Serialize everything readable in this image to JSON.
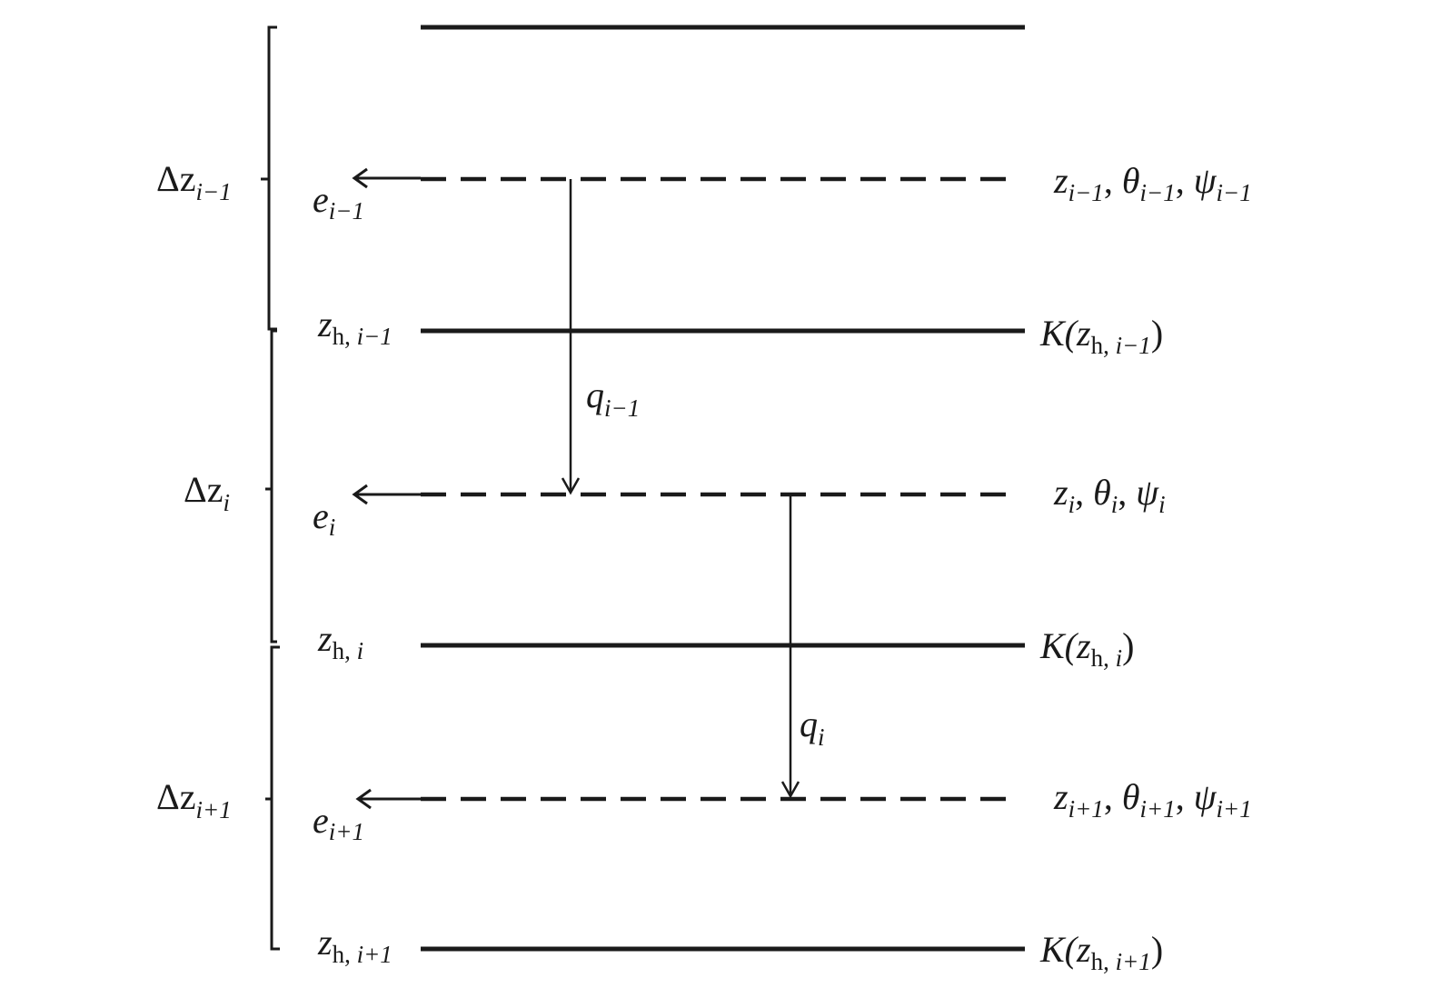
{
  "layers": [
    {
      "delta": {
        "main": "Δz",
        "sub": "i−1"
      },
      "e": {
        "main": "e",
        "sub": "i−1"
      },
      "state": [
        {
          "main": "z",
          "sub": "i−1",
          "sep": ", "
        },
        {
          "main": "θ",
          "sub": "i−1",
          "sep": ", "
        },
        {
          "main": "ψ",
          "sub": "i−1",
          "sep": ""
        }
      ]
    },
    {
      "delta": {
        "main": "Δz",
        "sub": "i"
      },
      "e": {
        "main": "e",
        "sub": "i"
      },
      "state": [
        {
          "main": "z",
          "sub": "i",
          "sep": ", "
        },
        {
          "main": "θ",
          "sub": "i",
          "sep": ", "
        },
        {
          "main": "ψ",
          "sub": "i",
          "sep": ""
        }
      ]
    },
    {
      "delta": {
        "main": "Δz",
        "sub": "i+1"
      },
      "e": {
        "main": "e",
        "sub": "i+1"
      },
      "state": [
        {
          "main": "z",
          "sub": "i+1",
          "sep": ", "
        },
        {
          "main": "θ",
          "sub": "i+1",
          "sep": ", "
        },
        {
          "main": "ψ",
          "sub": "i+1",
          "sep": ""
        }
      ]
    }
  ],
  "interfaces": [
    {
      "z": {
        "main": "z",
        "sub_roman": "h, ",
        "sub_italic": "i−1"
      },
      "k": {
        "prefix": "K(",
        "main": "z",
        "sub_roman": "h, ",
        "sub_italic": "i−1",
        "suffix": ")"
      }
    },
    {
      "z": {
        "main": "z",
        "sub_roman": "h, ",
        "sub_italic": "i"
      },
      "k": {
        "prefix": "K(",
        "main": "z",
        "sub_roman": "h, ",
        "sub_italic": "i",
        "suffix": ")"
      }
    },
    {
      "z": {
        "main": "z",
        "sub_roman": "h, ",
        "sub_italic": "i+1"
      },
      "k": {
        "prefix": "K(",
        "main": "z",
        "sub_roman": "h, ",
        "sub_italic": "i+1",
        "suffix": ")"
      }
    }
  ],
  "fluxes": [
    {
      "main": "q",
      "sub": "i−1"
    },
    {
      "main": "q",
      "sub": "i"
    }
  ],
  "colors": {
    "line": "#1a1a1a"
  }
}
